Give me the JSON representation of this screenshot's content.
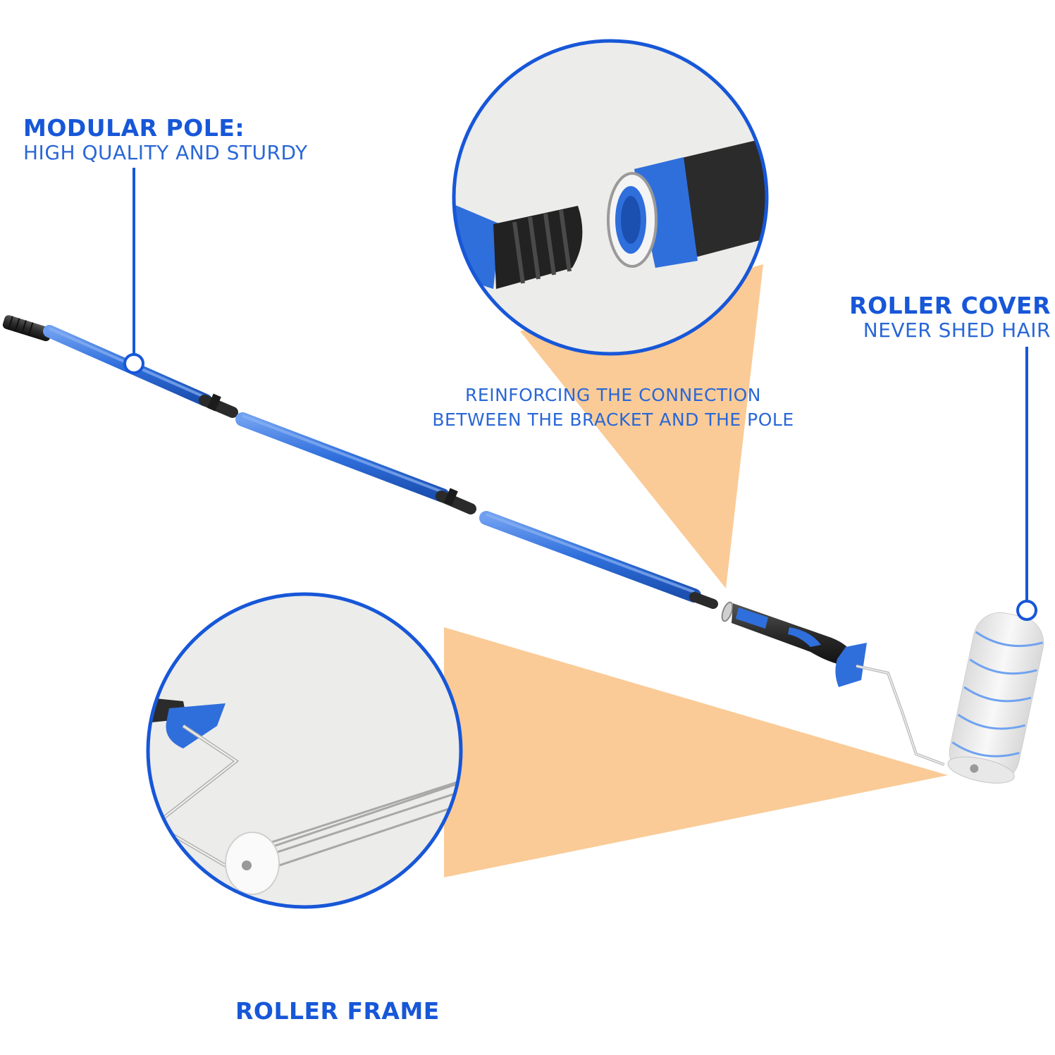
{
  "callouts": {
    "modular_pole": {
      "title": "MODULAR POLE:",
      "subtitle": "HIGH QUALITY AND STURDY"
    },
    "roller_cover": {
      "title": "ROLLER COVER",
      "subtitle": "NEVER SHED HAIR"
    },
    "connection": {
      "line1": "REINFORCING THE CONNECTION",
      "line2": "BETWEEN THE BRACKET AND THE POLE"
    },
    "roller_frame": {
      "title": "ROLLER FRAME"
    }
  },
  "colors": {
    "brand_blue": "#1757d8",
    "pole_blue": "#3a78e0",
    "beam_orange": "#f9c58c",
    "grip_black": "#2b2b2b",
    "circle_bg": "#ececea"
  }
}
